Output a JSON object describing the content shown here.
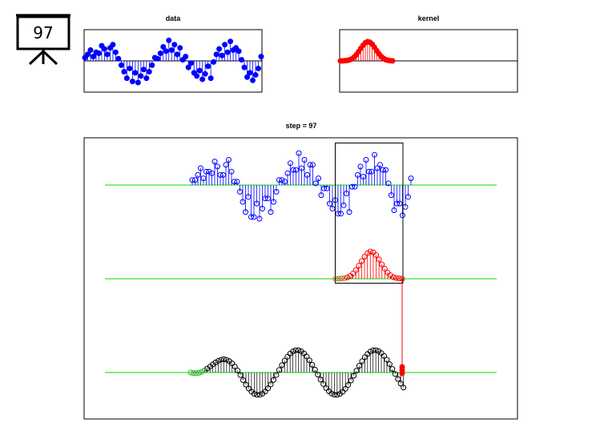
{
  "step_counter": "97",
  "colors": {
    "data": "#0000ff",
    "kernel": "#ff0000",
    "output": "#000000",
    "output_pending": "#2db52d",
    "baseline": "#00dd00",
    "window": "#000000",
    "link": "#ff0000"
  },
  "icons": {
    "counter": "presentation-board-icon"
  },
  "chart_data": [
    {
      "type": "stem",
      "title": "data",
      "xlim": [
        0,
        60
      ],
      "ylim": [
        -1.4,
        1.4
      ],
      "grid": false,
      "values": [
        0.15,
        0.3,
        0.5,
        0.2,
        0.4,
        0.35,
        0.7,
        0.55,
        0.3,
        0.6,
        0.75,
        0.4,
        0.1,
        -0.2,
        -0.5,
        -0.8,
        -0.35,
        -0.95,
        -0.55,
        -1.0,
        -0.7,
        -0.4,
        -0.8,
        -0.5,
        -0.2,
        0.15,
        0.1,
        0.35,
        0.65,
        0.45,
        0.95,
        0.5,
        0.75,
        0.3,
        0.6,
        0.05,
        0.2,
        -0.3,
        -0.1,
        -0.55,
        -0.7,
        -0.45,
        -0.85,
        -0.6,
        -0.25,
        -0.8,
        -0.05,
        0.3,
        0.55,
        0.25,
        0.75,
        0.4,
        0.9,
        0.5,
        0.6,
        0.45,
        0.05,
        -0.3,
        -0.75,
        -0.55,
        -0.9,
        -0.65,
        -0.35,
        0.2
      ]
    },
    {
      "type": "stem",
      "title": "kernel",
      "xlim": [
        0,
        60
      ],
      "ylim": [
        -1.1,
        1.1
      ],
      "grid": false,
      "values": [
        0.0,
        0.0,
        0.01,
        0.02,
        0.05,
        0.1,
        0.19,
        0.32,
        0.48,
        0.65,
        0.81,
        0.94,
        1.0,
        0.97,
        0.87,
        0.71,
        0.53,
        0.37,
        0.23,
        0.13,
        0.06,
        0.03,
        0.01,
        0.0
      ]
    },
    {
      "type": "stem",
      "title": "step = 97",
      "grid": false,
      "window": {
        "from": 72,
        "to": 96
      },
      "output_computed_through": 96
    }
  ]
}
